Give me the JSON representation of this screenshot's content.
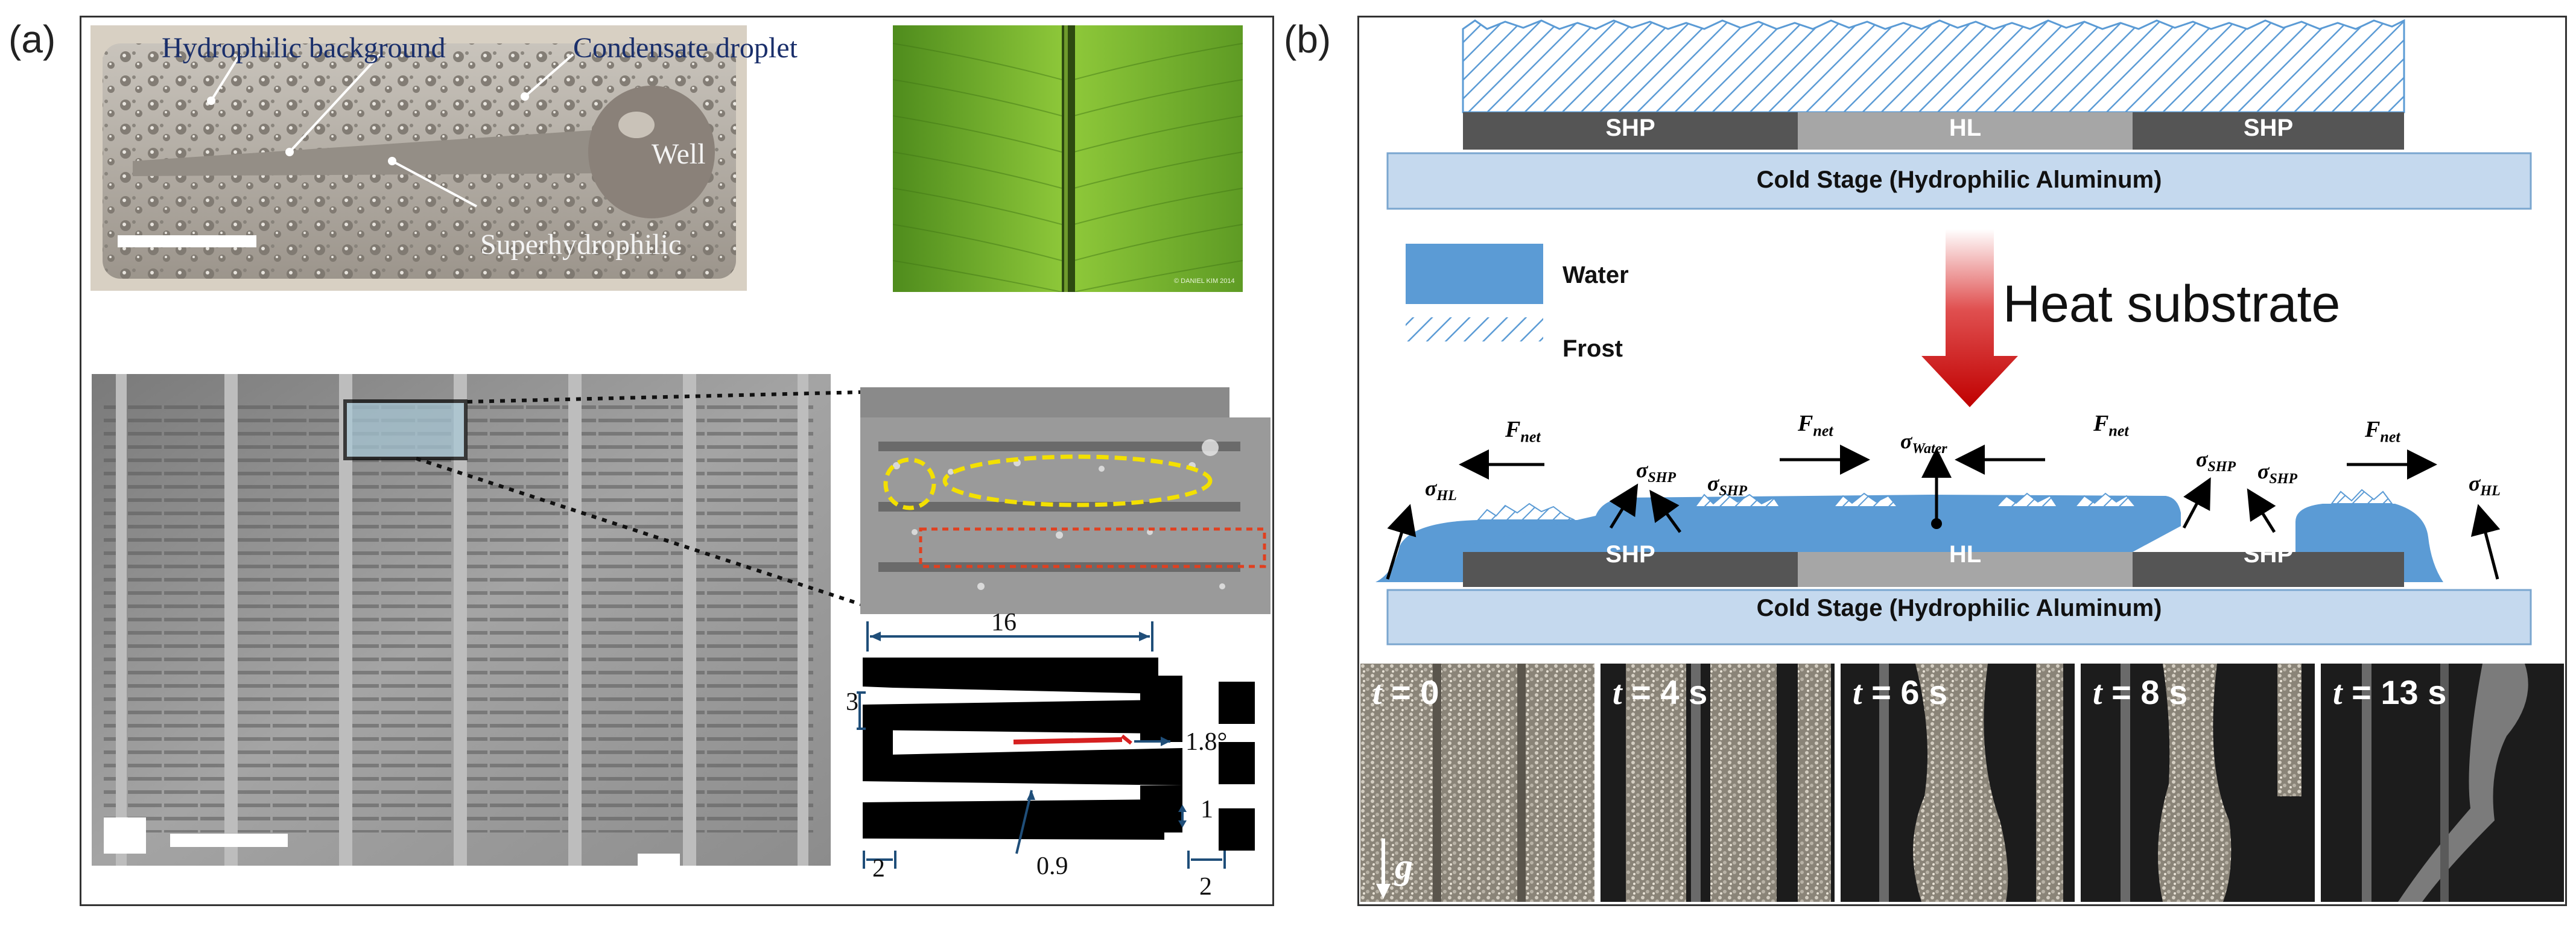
{
  "panel_a": {
    "label": "(a)",
    "photo1": {
      "hydrophilic_background": "Hydrophilic background",
      "condensate_droplet": "Condensate droplet",
      "well": "Well",
      "superhydrophilic": "Superhydrophilic"
    },
    "leaf_watermark": "© DANIEL KIM 2014",
    "dimensions": {
      "width_16": "16",
      "height_3": "3",
      "angle": "1.8°",
      "gap_1": "1",
      "width_09": "0.9",
      "bottom_2_left": "2",
      "bottom_2_right": "2"
    }
  },
  "panel_b": {
    "label": "(b)",
    "top_bars": {
      "left": "SHP",
      "middle": "HL",
      "right": "SHP"
    },
    "cold_stage": "Cold Stage (Hydrophilic Aluminum)",
    "legend": {
      "water": "Water",
      "frost": "Frost"
    },
    "heat_substrate": "Heat substrate",
    "bottom_bars": {
      "left": "SHP",
      "middle": "HL",
      "right": "SHP"
    },
    "cold_stage_2": "Cold Stage (Hydrophilic Aluminum)",
    "forces": {
      "f_net_base": "F",
      "f_net_sub": "net",
      "sigma": "σ",
      "sub_hl": "HL",
      "sub_shp": "SHP",
      "sub_water": "Water"
    },
    "time_frames": [
      {
        "t_symbol": "t",
        "value": " = 0"
      },
      {
        "t_symbol": "t",
        "value": " = 4 s"
      },
      {
        "t_symbol": "t",
        "value": " = 6 s"
      },
      {
        "t_symbol": "t",
        "value": " = 8 s"
      },
      {
        "t_symbol": "t",
        "value": " = 13 s"
      }
    ],
    "gravity": "g"
  },
  "colors": {
    "water": "#5b9bd5",
    "frost": "#5b9bd5",
    "cold_stage": "#c5d9ee",
    "shp_bar": "#555555",
    "hl_bar": "#a6a6a6",
    "heat_arrow": "#c00000",
    "label_blue": "#1a2f6b"
  }
}
